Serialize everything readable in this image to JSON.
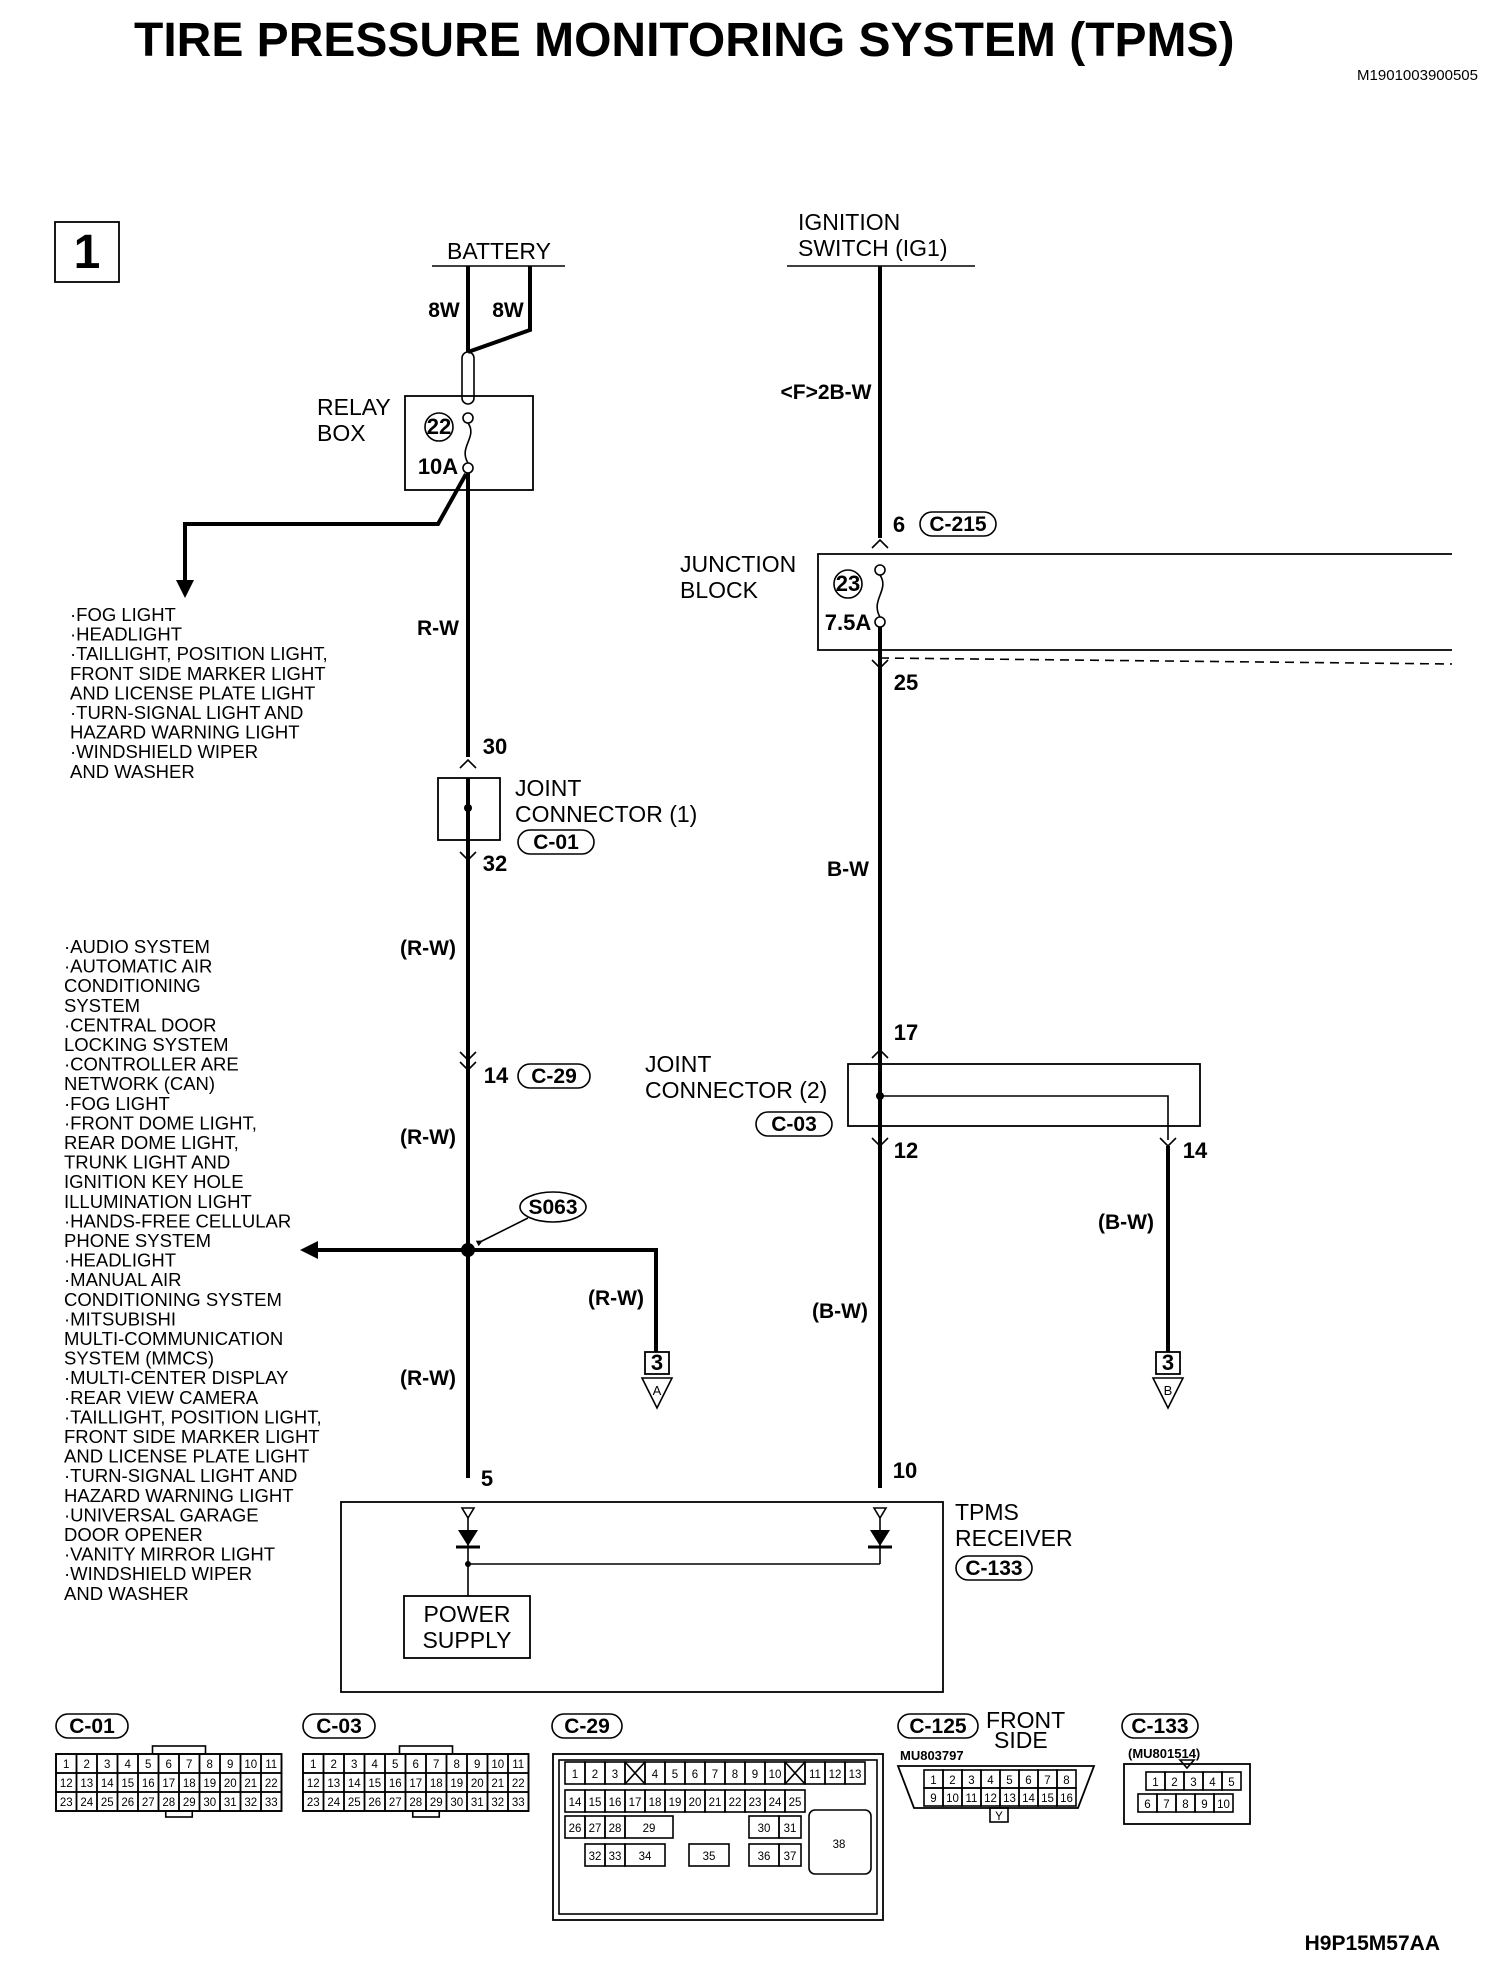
{
  "title": "TIRE PRESSURE MONITORING SYSTEM (TPMS)",
  "ref_code": "M1901003900505",
  "footer_code": "H9P15M57AA",
  "page_number": "1",
  "battery": "BATTERY",
  "ignition_line1": "IGNITION",
  "ignition_line2": "SWITCH (IG1)",
  "wires": {
    "bat_left": "8W",
    "bat_right": "8W",
    "ign": "<F>2B-W",
    "rw1": "R-W",
    "rw2": "(R-W)",
    "rw3": "(R-W)",
    "rw4": "(R-W)",
    "rw_branch": "(R-W)",
    "bw1": "B-W",
    "bw2": "(B-W)",
    "bw_branch": "(B-W)"
  },
  "relay_box": {
    "line1": "RELAY",
    "line2": "BOX",
    "fuse_no": "22",
    "fuse_amp": "10A"
  },
  "junction_block": {
    "line1": "JUNCTION",
    "line2": "BLOCK",
    "fuse_no": "23",
    "fuse_amp": "7.5A",
    "pin_in": "6",
    "conn": "C-215",
    "pin_out": "25"
  },
  "joint1": {
    "line1": "JOINT",
    "line2": "CONNECTOR (1)",
    "conn": "C-01",
    "pin_in": "30",
    "pin_out": "32"
  },
  "joint2": {
    "line1": "JOINT",
    "line2": "CONNECTOR (2)",
    "conn": "C-03",
    "pin_in": "17",
    "pin_out": "12",
    "pin_branch": "14"
  },
  "c29_pin": "14",
  "c29_conn": "C-29",
  "splice": "S063",
  "ref_a_page": "3",
  "ref_a_letter": "A",
  "ref_b_page": "3",
  "ref_b_letter": "B",
  "tpms": {
    "line1": "TPMS",
    "line2": "RECEIVER",
    "conn": "C-133",
    "pin_left": "5",
    "pin_right": "10",
    "ps_line1": "POWER",
    "ps_line2": "SUPPLY"
  },
  "fuse_loads": [
    "·FOG LIGHT",
    "·HEADLIGHT",
    "·TAILLIGHT, POSITION LIGHT,",
    " FRONT SIDE MARKER LIGHT",
    " AND LICENSE PLATE LIGHT",
    "·TURN-SIGNAL LIGHT AND",
    " HAZARD WARNING LIGHT",
    "·WINDSHIELD WIPER",
    " AND WASHER"
  ],
  "splice_loads": [
    "·AUDIO SYSTEM",
    "·AUTOMATIC AIR",
    " CONDITIONING",
    " SYSTEM",
    "·CENTRAL DOOR",
    " LOCKING SYSTEM",
    "·CONTROLLER ARE",
    " NETWORK (CAN)",
    "·FOG LIGHT",
    "·FRONT DOME LIGHT,",
    " REAR DOME LIGHT,",
    " TRUNK LIGHT AND",
    " IGNITION KEY HOLE",
    " ILLUMINATION LIGHT",
    "·HANDS-FREE CELLULAR",
    " PHONE SYSTEM",
    "·HEADLIGHT",
    "·MANUAL AIR",
    " CONDITIONING SYSTEM",
    "·MITSUBISHI",
    " MULTI-COMMUNICATION",
    " SYSTEM (MMCS)",
    "·MULTI-CENTER DISPLAY",
    "·REAR VIEW CAMERA",
    "·TAILLIGHT, POSITION LIGHT,",
    " FRONT SIDE MARKER LIGHT",
    " AND LICENSE PLATE LIGHT",
    "·TURN-SIGNAL LIGHT AND",
    " HAZARD WARNING LIGHT",
    "·UNIVERSAL GARAGE",
    " DOOR OPENER",
    "·VANITY MIRROR LIGHT",
    "·WINDSHIELD WIPER",
    " AND WASHER"
  ],
  "connectors": {
    "c01": {
      "label": "C-01",
      "rows": [
        [
          "1",
          "2",
          "3",
          "4",
          "5",
          "6",
          "7",
          "8",
          "9",
          "10",
          "11"
        ],
        [
          "12",
          "13",
          "14",
          "15",
          "16",
          "17",
          "18",
          "19",
          "20",
          "21",
          "22"
        ],
        [
          "23",
          "24",
          "25",
          "26",
          "27",
          "28",
          "29",
          "30",
          "31",
          "32",
          "33"
        ]
      ]
    },
    "c03": {
      "label": "C-03",
      "rows": [
        [
          "1",
          "2",
          "3",
          "4",
          "5",
          "6",
          "7",
          "8",
          "9",
          "10",
          "11"
        ],
        [
          "12",
          "13",
          "14",
          "15",
          "16",
          "17",
          "18",
          "19",
          "20",
          "21",
          "22"
        ],
        [
          "23",
          "24",
          "25",
          "26",
          "27",
          "28",
          "29",
          "30",
          "31",
          "32",
          "33"
        ]
      ]
    },
    "c29": {
      "label": "C-29",
      "row1": [
        "1",
        "2",
        "3",
        "",
        "4",
        "5",
        "6",
        "7",
        "8",
        "9",
        "10",
        "",
        "11",
        "12",
        "13"
      ],
      "row2": [
        "14",
        "15",
        "16",
        "17",
        "18",
        "19",
        "20",
        "21",
        "22",
        "23",
        "24",
        "25"
      ],
      "row3_left": [
        "26",
        "27",
        "28"
      ],
      "row3_mid": "29",
      "row3_right": [
        "30",
        "31"
      ],
      "row4_left": [
        "32",
        "33"
      ],
      "row4_a": "34",
      "row4_b": "35",
      "row4_c": "36",
      "row4_d": "37",
      "big": "38"
    },
    "c125": {
      "label": "C-125",
      "side": "FRONT",
      "side2": "SIDE",
      "part": "MU803797",
      "row1": [
        "1",
        "2",
        "3",
        "4",
        "5",
        "6",
        "7",
        "8"
      ],
      "row2": [
        "9",
        "10",
        "11",
        "12",
        "13",
        "14",
        "15",
        "16"
      ],
      "color": "Y"
    },
    "c133": {
      "label": "C-133",
      "part": "(MU801514)",
      "row1": [
        "1",
        "2",
        "3",
        "4",
        "5"
      ],
      "row2": [
        "6",
        "7",
        "8",
        "9",
        "10"
      ]
    }
  }
}
